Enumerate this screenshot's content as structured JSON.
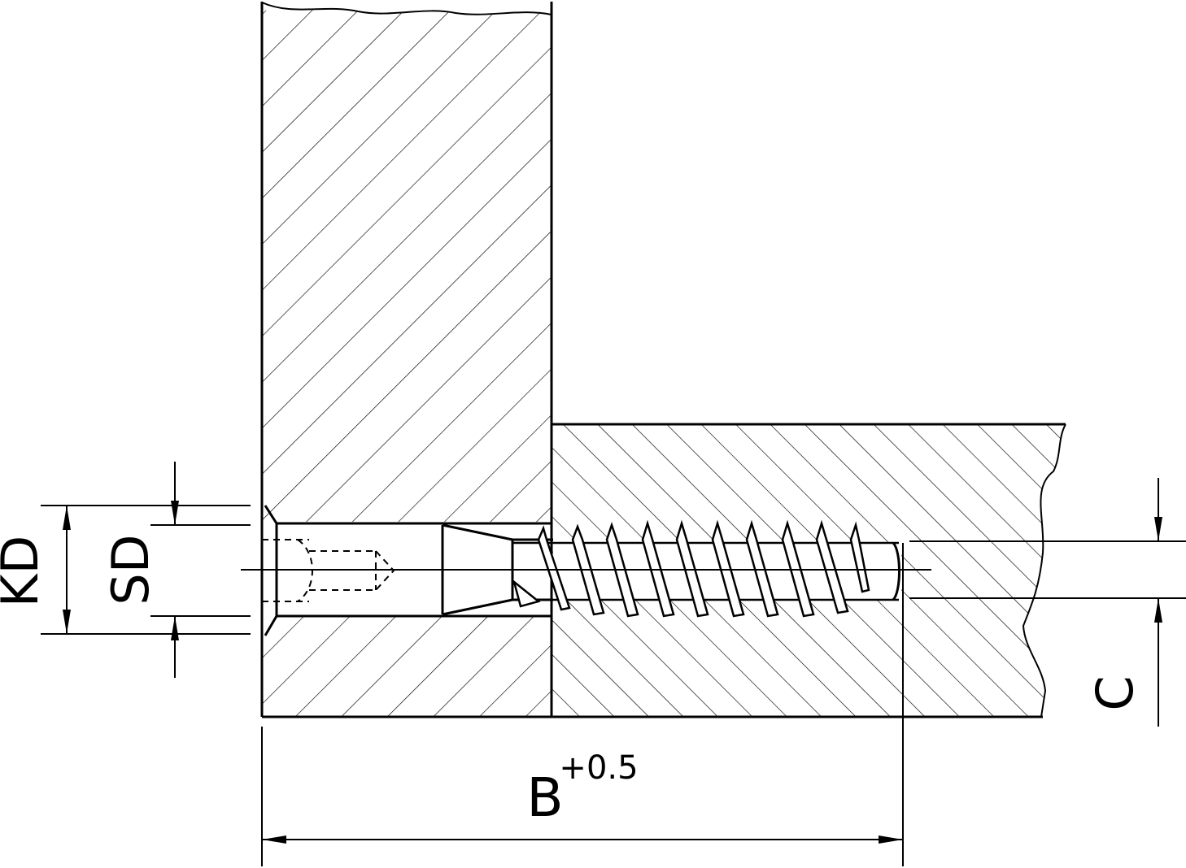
{
  "drawing": {
    "line_color": "#000000",
    "background": "#ffffff"
  },
  "dimensions": {
    "kd": "KD",
    "sd": "SD",
    "c": "C",
    "b": "B",
    "b_tolerance": "+0.5"
  }
}
